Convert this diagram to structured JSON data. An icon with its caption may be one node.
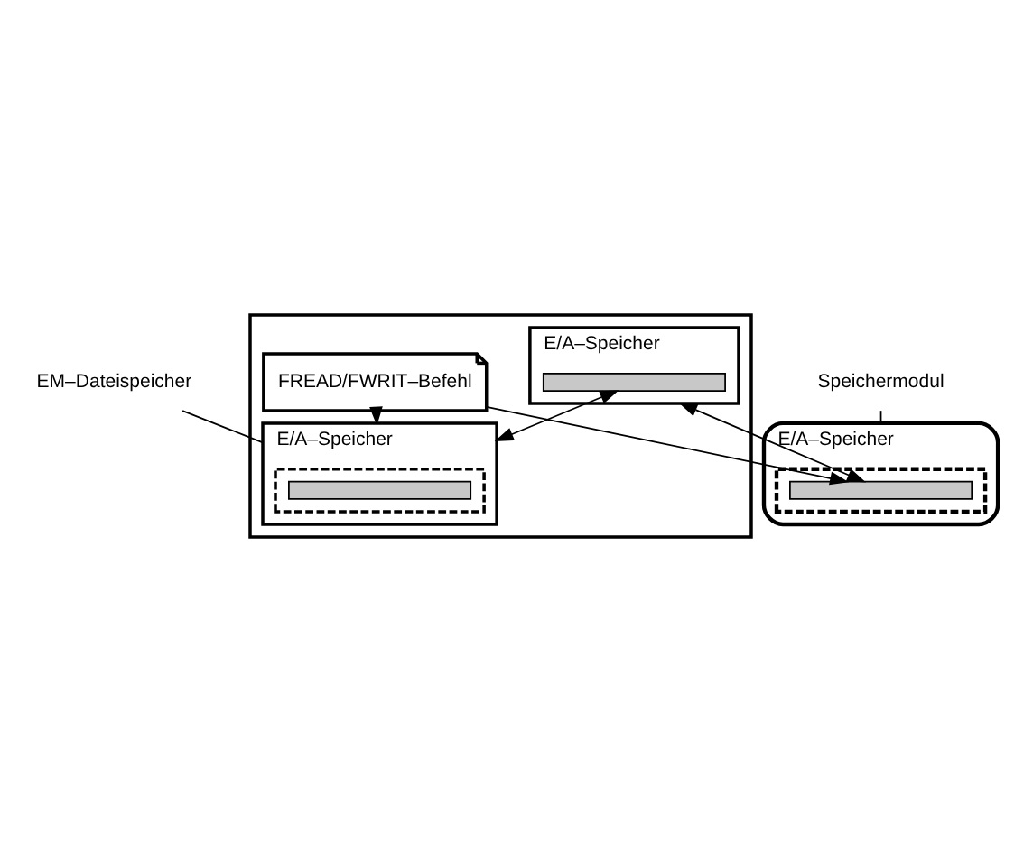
{
  "diagram": {
    "nodes": [
      {
        "text": [],
        "shape": "box"
      },
      {
        "text": [
          "FREAD/FWRIT–Befehl"
        ],
        "in": 0
      },
      {
        "text": [
          "E/A–Speicher"
        ],
        "in": 0
      },
      {
        "text": [],
        "shape": "bar",
        "in": 2
      },
      {
        "text": [
          "E/A–Speicher"
        ]
      },
      {
        "text": [],
        "shape": "box",
        "in": 4
      },
      {
        "text": [],
        "shape": "bar",
        "in": 5
      },
      {
        "text": [
          "E/A–Speicher"
        ],
        "in": 0
      },
      {
        "text": [],
        "shape": "box",
        "in": 7
      },
      {
        "text": [],
        "shape": "bar",
        "in": 8
      },
      {
        "text": [
          "Speichermodul"
        ]
      },
      {
        "text": [
          "EM–Dateispeicher"
        ]
      }
    ],
    "edges": [
      {
        "from": 2,
        "to": 6,
        "arrow": "both"
      },
      {
        "from": 3,
        "to": 7,
        "arrow": "both"
      },
      {
        "from": 1,
        "to": 6,
        "arrow": "to"
      },
      {
        "from": 1,
        "to": 7,
        "arrow": "to"
      },
      {
        "from": 10,
        "to": 4,
        "arrow": "none"
      },
      {
        "from": 11,
        "to": 7,
        "arrow": "none"
      }
    ]
  }
}
